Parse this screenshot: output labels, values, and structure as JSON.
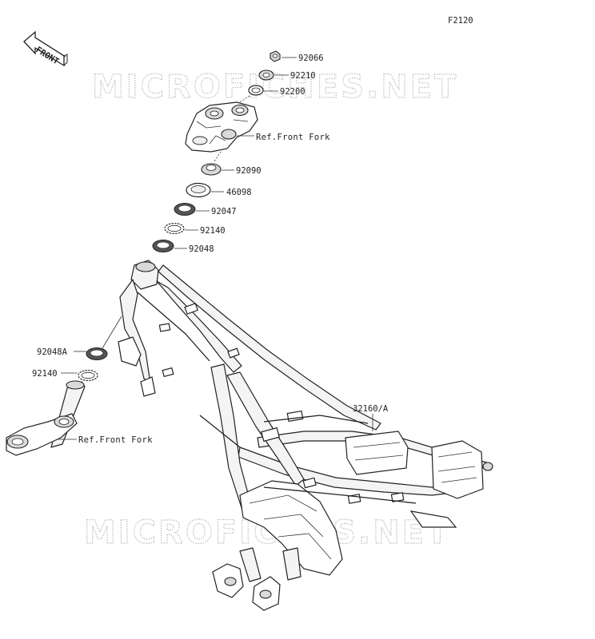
{
  "figure_code": "F2120",
  "watermark": "MICROFICHES.NET",
  "direction_badge": "FRONT",
  "callouts": {
    "p92066": "92066",
    "p92210": "92210",
    "p92200": "92200",
    "ref_front_fork_upper": "Ref.Front Fork",
    "p92090": "92090",
    "p46098": "46098",
    "p92047": "92047",
    "p92140_upper": "92140",
    "p92048": "92048",
    "p92048A": "92048A",
    "p92140_lower": "92140",
    "ref_front_fork_lower": "Ref.Front Fork",
    "p32160A": "32160/A"
  }
}
